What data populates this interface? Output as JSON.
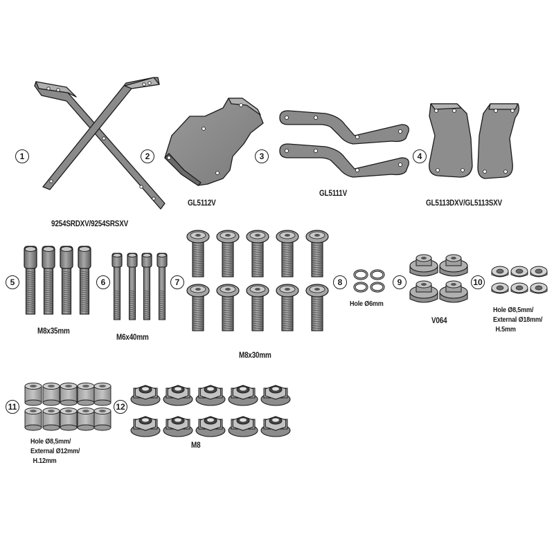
{
  "parts": [
    {
      "number": "1",
      "name": "crossed-support-bars",
      "caption": [
        "9254SRDXV/9254SRSXV"
      ]
    },
    {
      "number": "2",
      "name": "mounting-plate",
      "caption": [
        "GL5112V"
      ]
    },
    {
      "number": "3",
      "name": "pair-of-brackets",
      "caption": [
        "GL5111V"
      ]
    },
    {
      "number": "4",
      "name": "side-plates",
      "caption": [
        "GL5113DXV/GL5113SXV"
      ]
    },
    {
      "number": "5",
      "name": "socket-head-bolts-large",
      "caption": [
        "M8x35mm"
      ]
    },
    {
      "number": "6",
      "name": "socket-head-bolts-small",
      "caption": [
        "M6x40mm"
      ]
    },
    {
      "number": "7",
      "name": "button-head-bolts",
      "caption": [
        "M8x30mm"
      ]
    },
    {
      "number": "8",
      "name": "spring-washers",
      "caption": [
        "Hole Ø6mm"
      ]
    },
    {
      "number": "9",
      "name": "rubber-spacers",
      "caption": [
        "V064"
      ]
    },
    {
      "number": "10",
      "name": "flat-washers",
      "caption": [
        "Hole Ø8,5mm/",
        "External Ø18mm/",
        "H.5mm"
      ]
    },
    {
      "number": "11",
      "name": "cylindrical-spacers",
      "caption": [
        "Hole Ø8,5mm/",
        "External Ø12mm/",
        "H.12mm"
      ]
    },
    {
      "number": "12",
      "name": "flange-nuts",
      "caption": [
        "M8"
      ]
    }
  ],
  "colors": {
    "part_fill": "#8f8f8f",
    "part_light": "#b4b4b4",
    "outline": "#1a1a1a",
    "hole": "#ffffff"
  }
}
